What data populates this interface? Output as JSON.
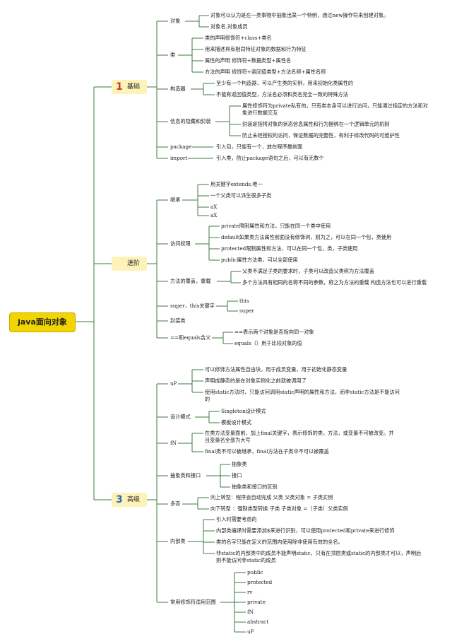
{
  "root": "java面向对象",
  "categories": [
    {
      "num": "1",
      "label": "基础"
    },
    {
      "num": "",
      "label": "进阶"
    },
    {
      "num": "3",
      "label": "高级"
    }
  ],
  "basics": {
    "object": {
      "label": "对象",
      "items": [
        "对象可以认为是在一类事物中抽象出某一个特例，通过new操作符来创建对象。",
        "对象名.对象成员"
      ]
    },
    "class": {
      "label": "类",
      "items": [
        "类的声明修饰符+class+类名",
        "用来描述具有相同特征对象的数据和行为特征",
        "属性的声明 修饰符+数据类型+属性名",
        "方法的声明 修饰符+返回值类型+方法名称+属性名称"
      ]
    },
    "constructor": {
      "label": "构造器",
      "items": [
        "至少有一个构造器，可以产生类的实例，用来初始化类属性的",
        "不能有返回值类型，方法名必须和类名完全一致的特殊方法"
      ]
    },
    "encapsulation": {
      "label": "信息的隐藏和封装",
      "items": [
        "属性修饰符为private私有的，只有类本身可以进行访问，只能通过指定的方法和对象进行数据交互",
        "封装是指将对象的状态信息属性和行为捆绑在一个逻辑单元的机制",
        "防止未经授权的访问，保证数据的完整性，有利于修改代码的可维护性"
      ]
    },
    "package": {
      "label": "package",
      "text": "引入包，只能有一个，放在程序最前面"
    },
    "import": {
      "label": "import",
      "text": "引入类，防止package语句之后，可以有无数个"
    }
  },
  "advanced": {
    "inheritance": {
      "label": "继承",
      "items": [
        "用关键字extends,唯一",
        "一个父类可以派生很多子类",
        "aX",
        "aX"
      ]
    },
    "access": {
      "label": "访问权限",
      "items": [
        "private限制属性和方法，只能在同一个类中使用",
        "default如果类方法属性前面没有修饰词，则为之，可以在同一个包，类使用",
        "protected限制属性和方法，可以在同一个包，类，子类使用",
        "public属性方法类，可以全部使用"
      ]
    },
    "override": {
      "label": "方法的覆盖，重载",
      "items": [
        "父类不满足子类的要求时，子类可以改造父类称为方法覆盖",
        "多个方法具有相同的名称不同的参数，称之为方法的重载 构造方法也可以进行重载"
      ]
    },
    "superthis": {
      "label": "super，this关键字",
      "items": [
        "this",
        "super"
      ]
    },
    "wrapper": {
      "label": "封装类"
    },
    "equals": {
      "label": "==和equals含义",
      "items": [
        "==表示两个对象是否指向同一对象",
        "equals（）用于比较对象的值"
      ]
    }
  },
  "expert": {
    "static": {
      "label": "uP",
      "items": [
        "可以修饰方法属性自由块，用于成员变量，用于初始化静态变量",
        "声明成静态的是在对象实例化之前就被调用了",
        "使用static方法时，只能访问调用static声明的属性和方法，而非static方法是不能访问的"
      ]
    },
    "patterns": {
      "label": "设计模式",
      "items": [
        "Singleton设计模式",
        "模板设计模式"
      ]
    },
    "final": {
      "label": "fN",
      "items": [
        "在类方法变量面前，加上final关键字，表示修饰的类，方法，或变量不可被改变。并且变量名全部为大写",
        "final类不可以被继承，final方法在子类中不可以被覆盖"
      ]
    },
    "abstract": {
      "label": "抽象类和接口",
      "items": [
        "抽象类",
        "接口",
        "抽象类和接口的区别"
      ]
    },
    "poly": {
      "label": "多态",
      "items": [
        "向上转型：程序会自动完成 父类 父类对象 = 子类实例",
        "向下转型 ：强制类型转换 子类 子类对象 =（子类）父类实例"
      ]
    },
    "inner": {
      "label": "内部类",
      "items": [
        "引入时需要考虑的",
        "内部类编译时需要添加$来进行识别，可以使用protected和private来进行修饰",
        "类的名字只能在定义的范围内使用除非使用有效的全名。",
        "非static的内部类中的成员不能声明static，只有在顶层类或static的内部类才可以，声明后则不能访问非static的成员"
      ]
    },
    "modifiers": {
      "label": "常用修饰符适用范围",
      "items": [
        "public",
        "protected",
        "rv",
        "private",
        "fN",
        "abstract",
        "uP"
      ]
    }
  }
}
